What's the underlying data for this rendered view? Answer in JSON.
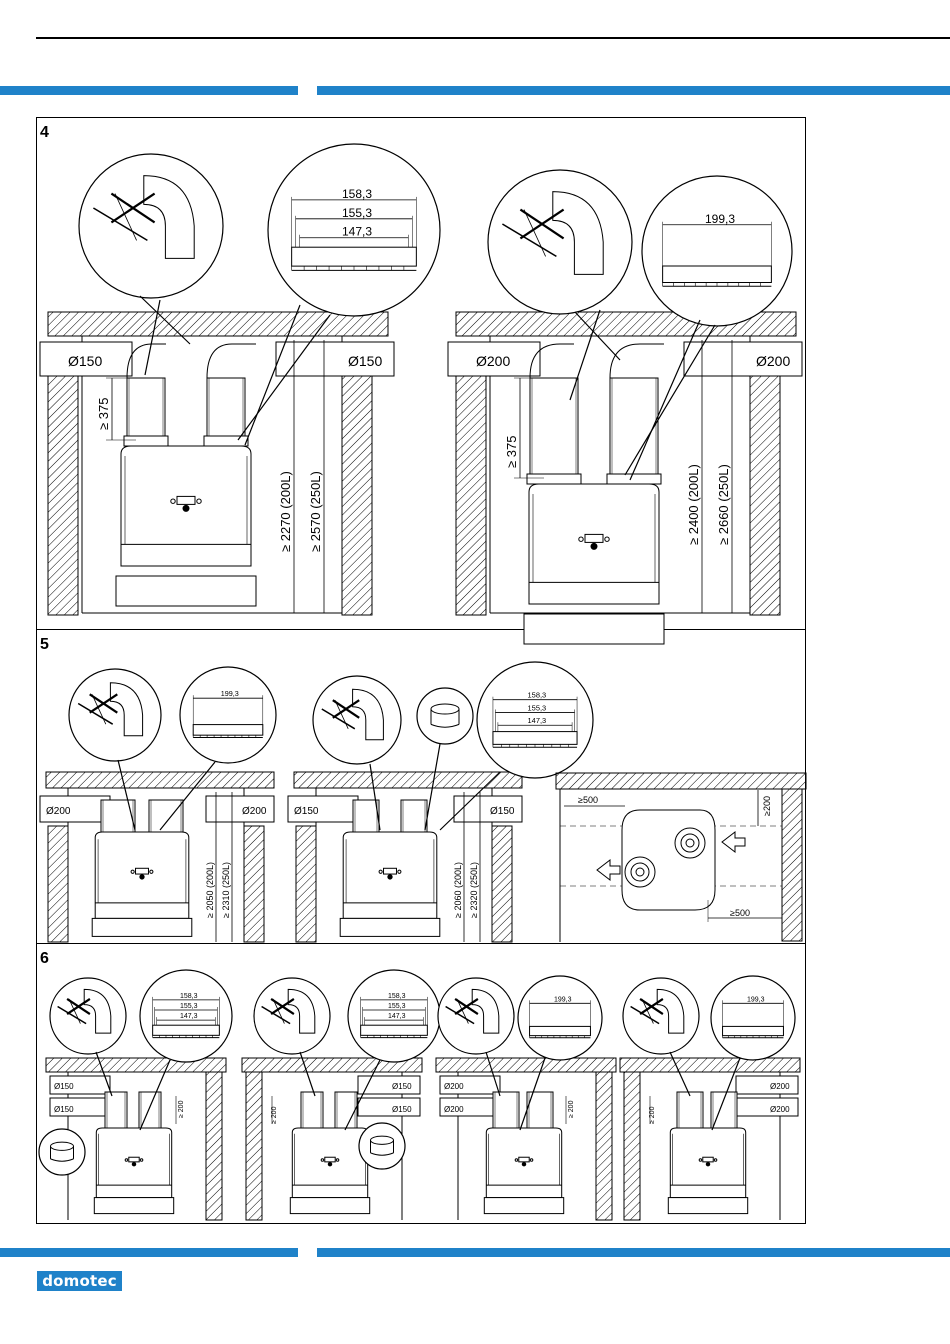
{
  "brand": {
    "logo_text": "domotec",
    "accent": "#1f82c9"
  },
  "sections": [
    {
      "number": "4"
    },
    {
      "number": "5"
    },
    {
      "number": "6"
    }
  ],
  "sec4": {
    "left": {
      "pipe_left": "Ø150",
      "pipe_right": "Ø150",
      "min_height": "≥ 375",
      "room_200": "≥ 2270 (200L)",
      "room_250": "≥ 2570 (250L)",
      "dims": [
        "158,3",
        "155,3",
        "147,3"
      ]
    },
    "right": {
      "pipe_left": "Ø200",
      "pipe_right": "Ø200",
      "min_height": "≥ 375",
      "room_200": "≥ 2400 (200L)",
      "room_250": "≥ 2660 (250L)",
      "dims": [
        "199,3"
      ]
    }
  },
  "sec5": {
    "a": {
      "pipe_left": "Ø200",
      "pipe_right": "Ø200",
      "room_200": "≥ 2050 (200L)",
      "room_250": "≥ 2310 (250L)",
      "dims": [
        "199,3"
      ]
    },
    "b": {
      "pipe_left": "Ø150",
      "pipe_right": "Ø150",
      "room_200": "≥ 2060 (200L)",
      "room_250": "≥ 2320 (250L)",
      "dims": [
        "158,3",
        "155,3",
        "147,3"
      ]
    },
    "top": {
      "left_clear": "≥500",
      "top_clear": "≥200",
      "bottom_clear": "≥500"
    }
  },
  "sec6": {
    "a": {
      "pipe_top": "Ø150",
      "pipe_bottom": "Ø150",
      "clear": "≥ 200",
      "dims": [
        "158,3",
        "155,3",
        "147,3"
      ]
    },
    "b": {
      "pipe_top": "Ø150",
      "pipe_bottom": "Ø150",
      "clear": "≥ 200",
      "dims": [
        "158,3",
        "155,3",
        "147,3"
      ]
    },
    "c": {
      "pipe_top": "Ø200",
      "pipe_bottom": "Ø200",
      "clear": "≥ 200",
      "dims": [
        "199,3"
      ]
    },
    "d": {
      "pipe_top": "Ø200",
      "pipe_bottom": "Ø200",
      "clear": "≥ 200",
      "dims": [
        "199,3"
      ]
    }
  }
}
